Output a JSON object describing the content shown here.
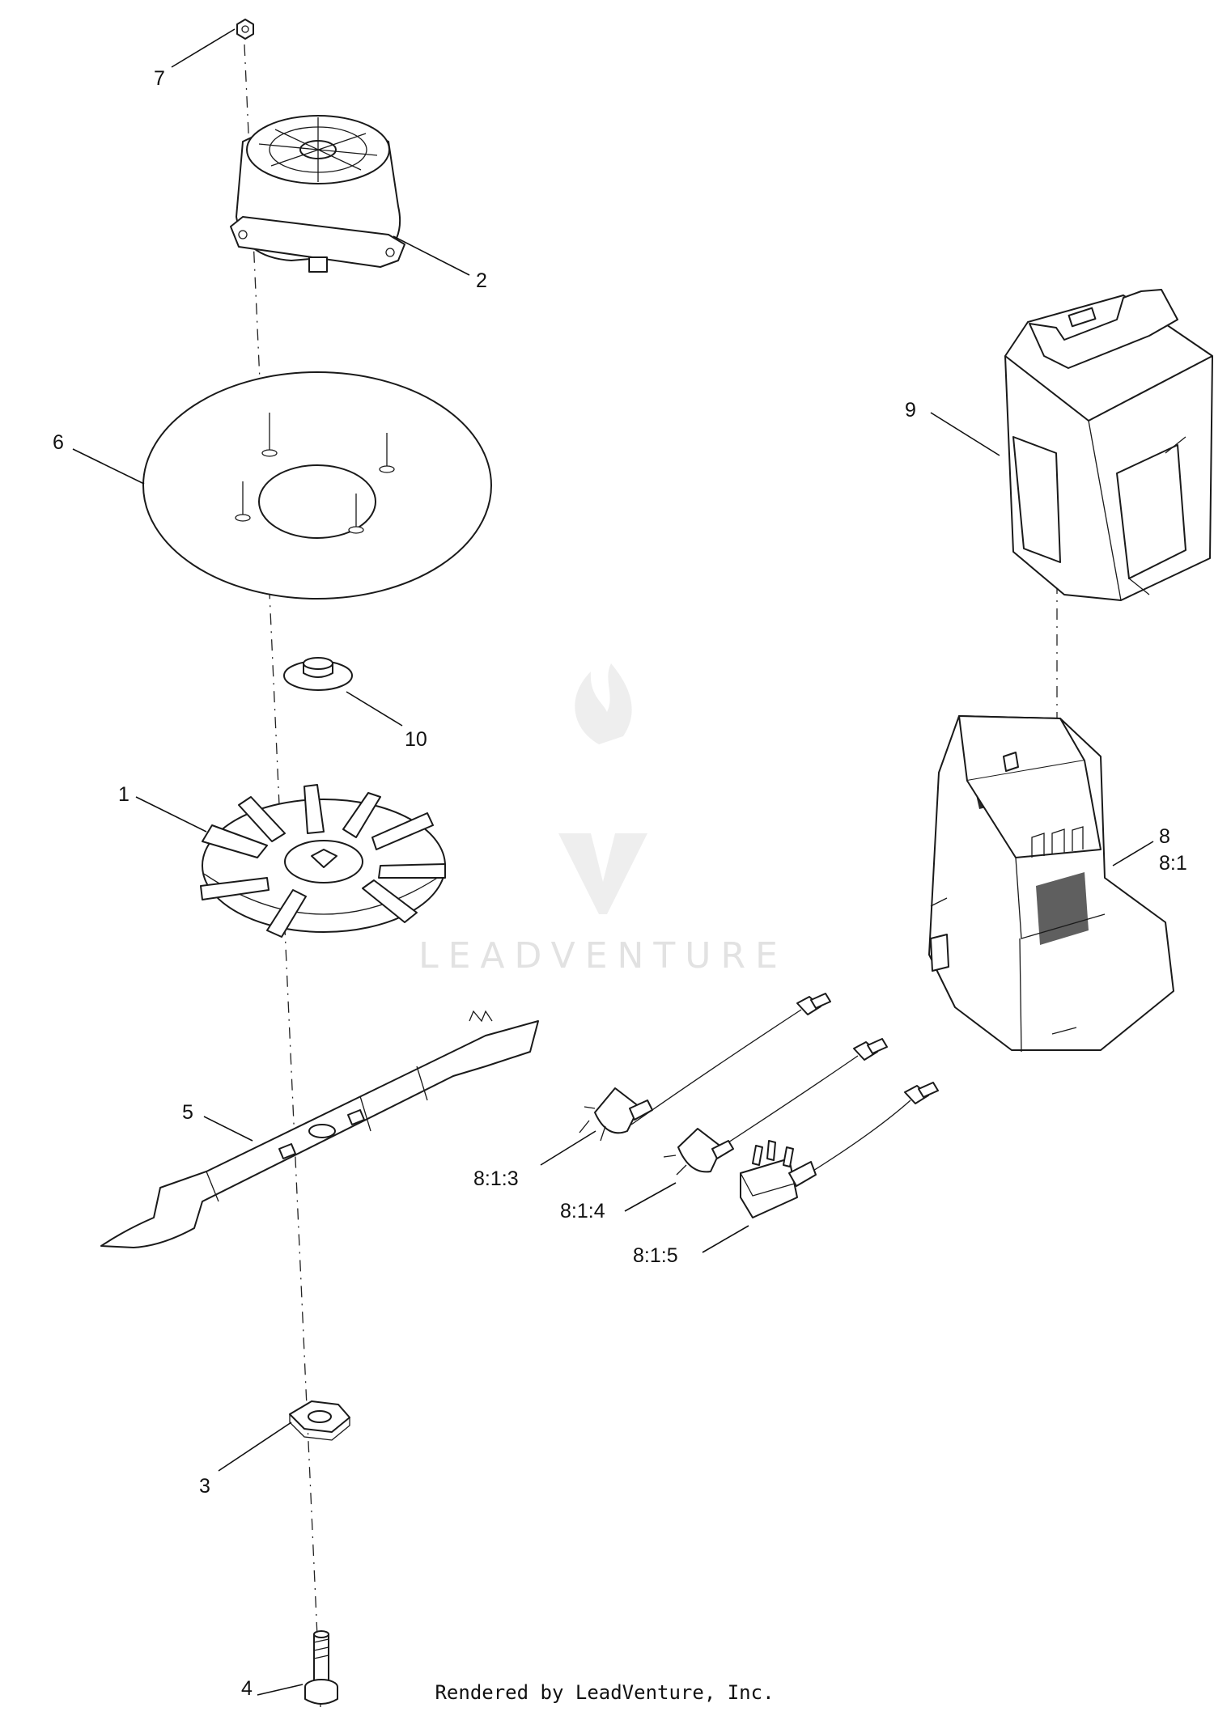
{
  "callouts": {
    "c1": "1",
    "c2": "2",
    "c3": "3",
    "c4": "4",
    "c5": "5",
    "c6": "6",
    "c7": "7",
    "c8": "8",
    "c8_1": "8:1",
    "c8_1_3": "8:1:3",
    "c8_1_4": "8:1:4",
    "c8_1_5": "8:1:5",
    "c9": "9",
    "c10": "10"
  },
  "watermark": {
    "text": "LEADVENTURE"
  },
  "footer": {
    "text": "Rendered by LeadVenture, Inc."
  },
  "colors": {
    "line": "#1a1a1a",
    "watermark": "#e2e2e2",
    "background": "#ffffff"
  }
}
